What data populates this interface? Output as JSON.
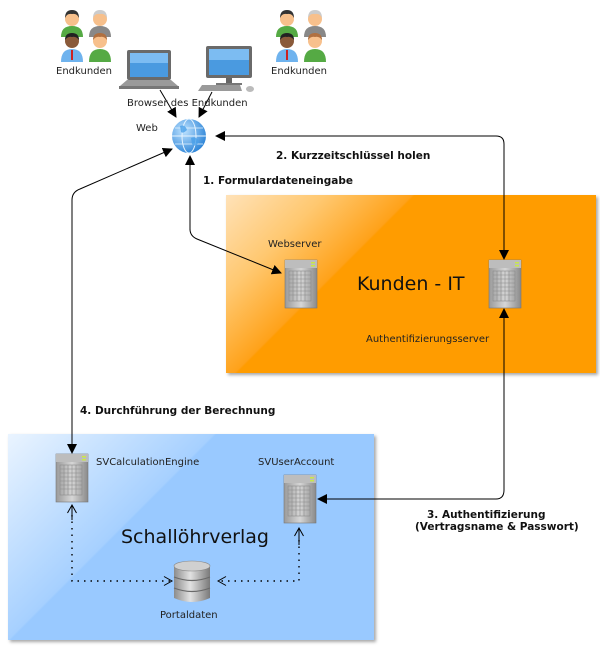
{
  "people_groups": [
    {
      "label": "Endkunden"
    },
    {
      "label": "Endkunden"
    }
  ],
  "devices": {
    "laptop": "laptop-icon",
    "desktop": "desktop-icon",
    "label": "Browser des Endkunden"
  },
  "web": {
    "label": "Web",
    "icon": "globe-icon"
  },
  "zones": {
    "kunden_it": {
      "title": "Kunden - IT",
      "color": "#ff9c00",
      "servers": {
        "webserver": "Webserver",
        "auth": "Authentifizierungsserver"
      }
    },
    "schalloehrverlag": {
      "title": "Schallöhrverlag",
      "color": "#99c9ff",
      "servers": {
        "engine": "SVCalculationEngine",
        "account": "SVUserAccount"
      },
      "database": "Portaldaten"
    }
  },
  "steps": {
    "s1": "1. Formulardateneingabe",
    "s2": "2. Kurzzeitschlüssel holen",
    "s3_line1": "3. Authentifizierung",
    "s3_line2": "(Vertragsname & Passwort)",
    "s4": "4. Durchführung der Berechnung"
  }
}
